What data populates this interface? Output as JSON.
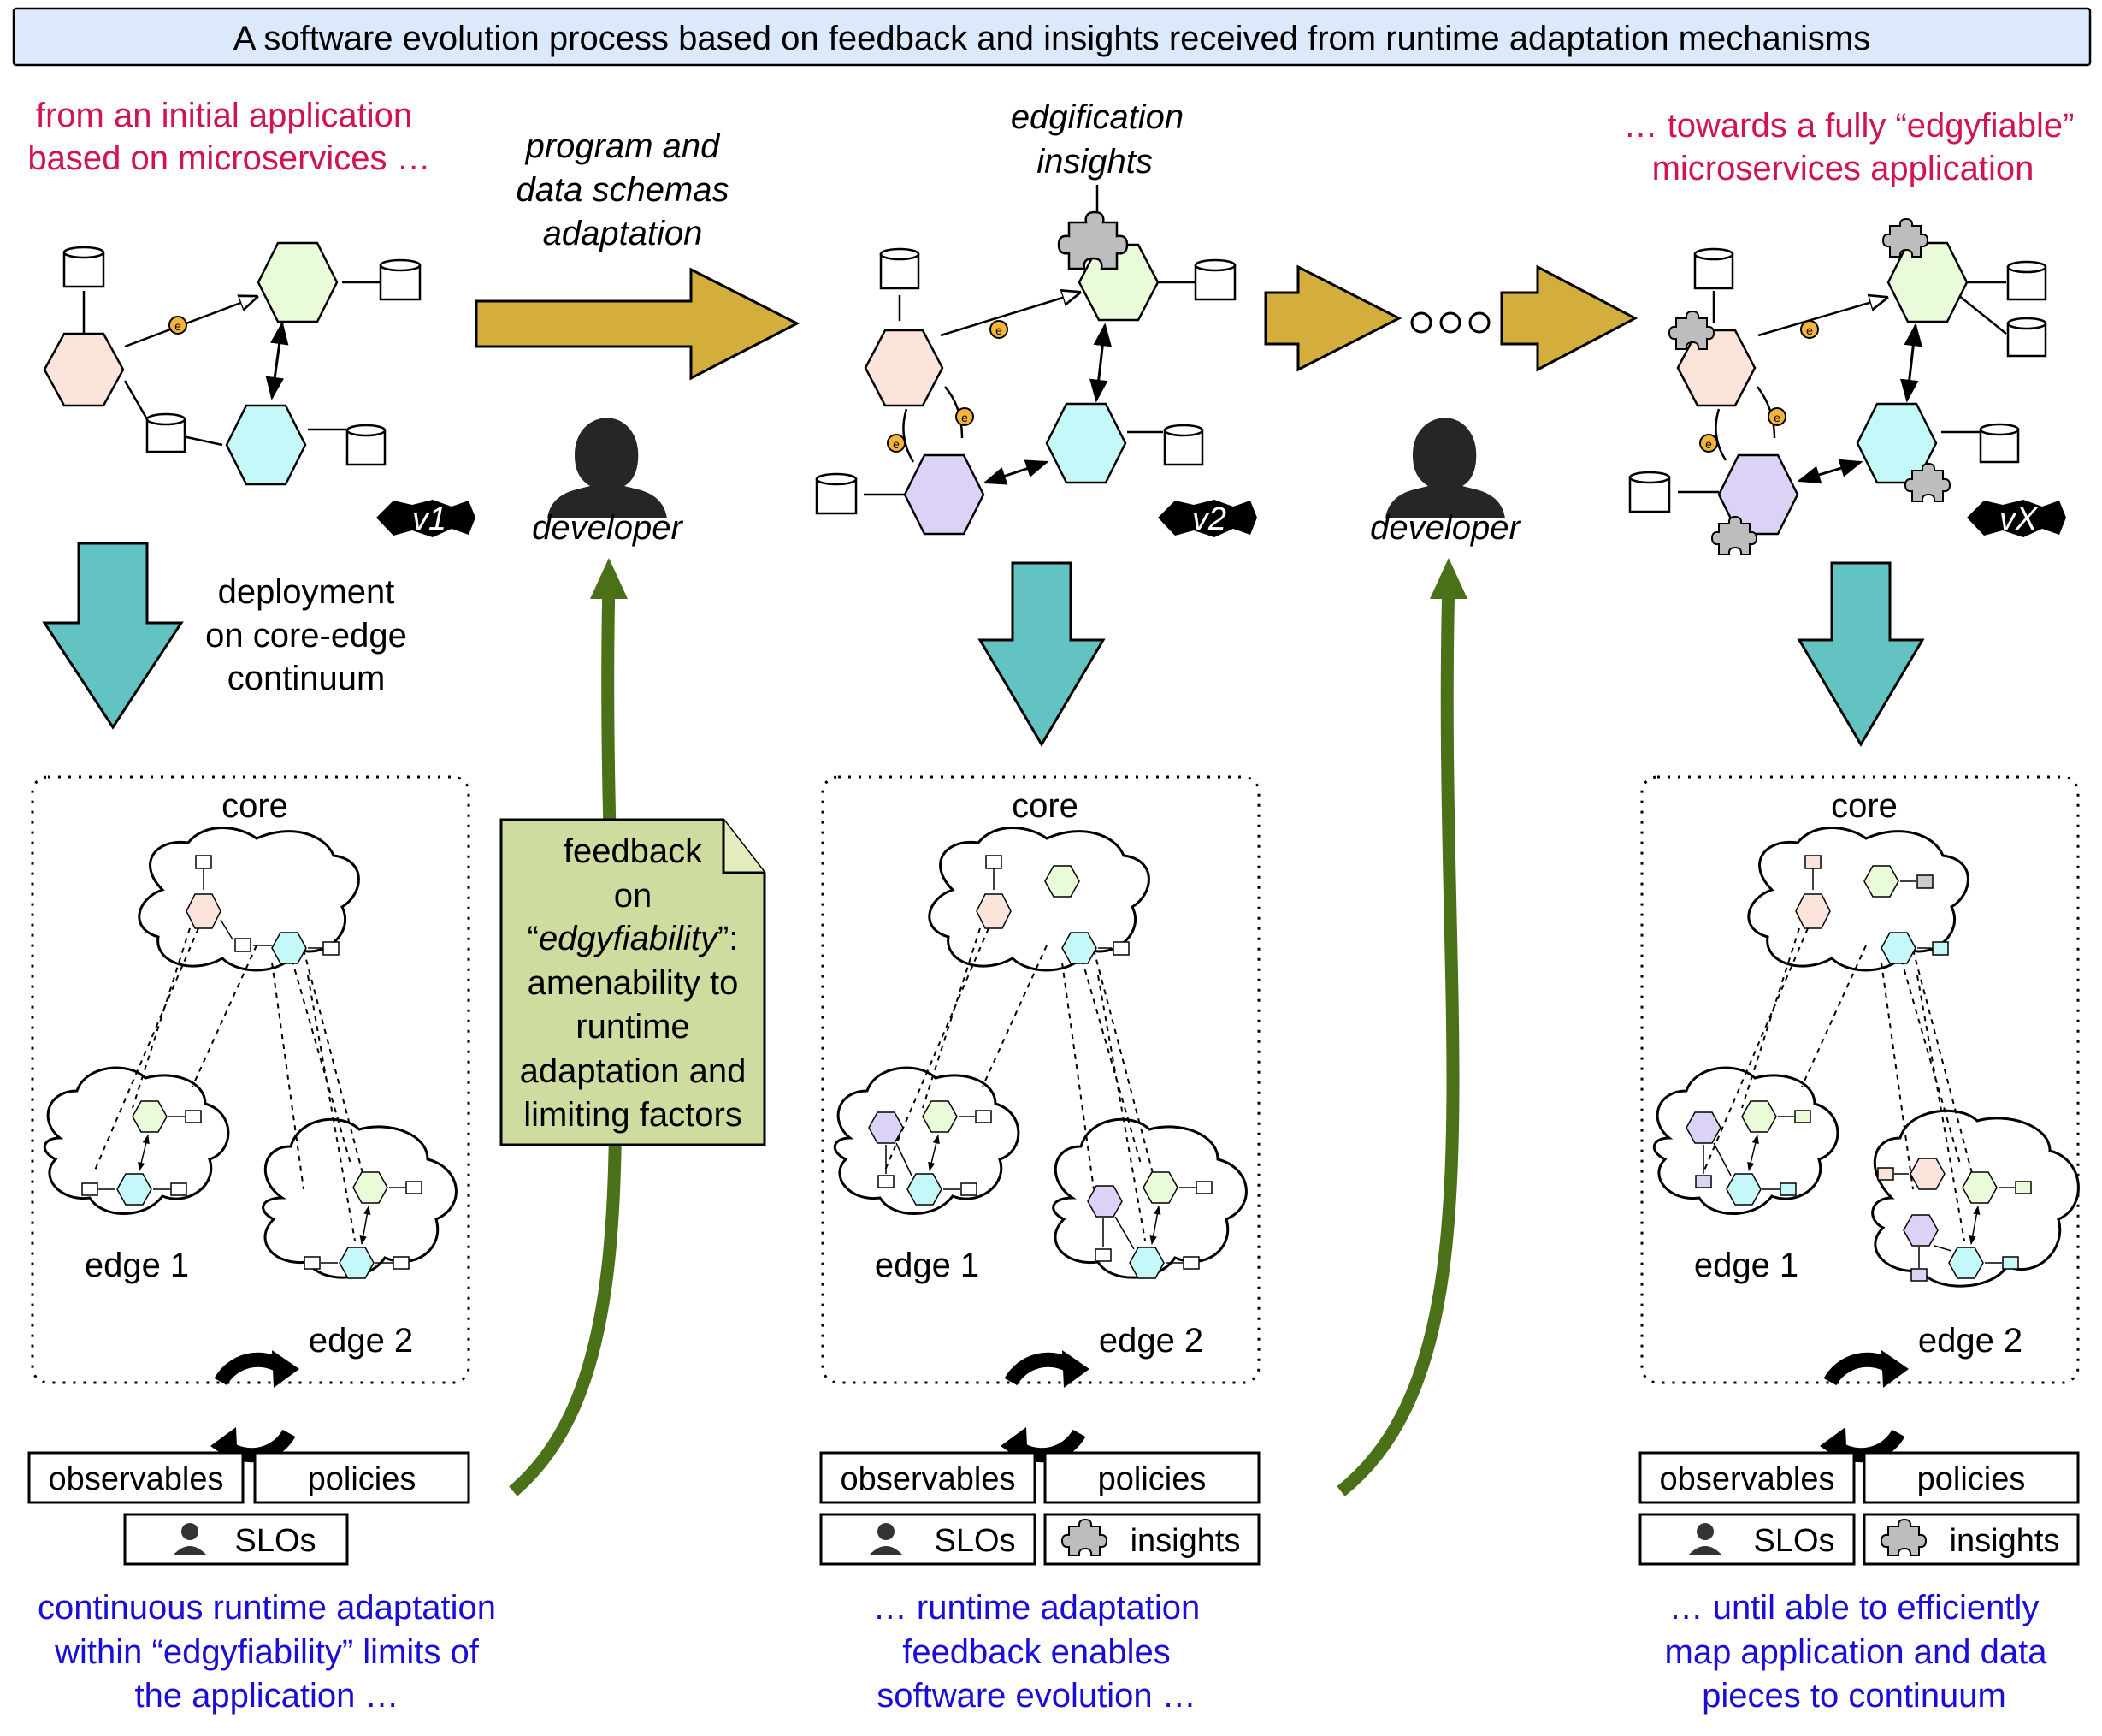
{
  "title": "A software evolution process based on feedback and insights received from runtime adaptation mechanisms",
  "colors": {
    "title_bg": "#dce9fb",
    "red_text": "#d01450",
    "blue_text": "#1a0dd6",
    "gold_arrow": "#d4ae3c",
    "teal_arrow": "#63c3c3",
    "green_arrow": "#4a7018",
    "note_bg": "#cfdc9f",
    "hex_pink": "#fbe5db",
    "hex_green": "#e9fbd9",
    "hex_cyan": "#c4f8f9",
    "hex_purple": "#dcd2f6",
    "token": "#f4b43c"
  },
  "stage1": {
    "top_line1": "from an initial application",
    "top_line2": "based on microservices …",
    "badge": "v1",
    "deploy_line1": "deployment",
    "deploy_line2": "on core-edge",
    "deploy_line3": "continuum",
    "core": "core",
    "edge1": "edge 1",
    "edge2": "edge 2",
    "observables": "observables",
    "policies": "policies",
    "slos": "SLOs",
    "bottom_line1": "continuous runtime adaptation",
    "bottom_line2": "within “edgyfiability” limits of",
    "bottom_line3": "the application …"
  },
  "transition1": {
    "label_line1": "program and",
    "label_line2": "data schemas",
    "label_line3": "adaptation",
    "developer": "developer",
    "note_line1": "feedback",
    "note_line2": "on",
    "note_line3_quote_open": "“",
    "note_line3_word": "edgyfiability",
    "note_line3_quote_close": "”:",
    "note_line4": "amenability to",
    "note_line5": "runtime",
    "note_line6": "adaptation and",
    "note_line7": "limiting factors"
  },
  "stage2": {
    "insight_line1": "edgification",
    "insight_line2": "insights",
    "badge": "v2",
    "core": "core",
    "edge1": "edge 1",
    "edge2": "edge 2",
    "observables": "observables",
    "policies": "policies",
    "slos": "SLOs",
    "insights": "insights",
    "bottom_line1": "… runtime adaptation",
    "bottom_line2": "feedback enables",
    "bottom_line3": "software evolution …"
  },
  "transition2": {
    "developer": "developer"
  },
  "stage3": {
    "top_line1": "… towards a fully “edgyfiable”",
    "top_line2": "microservices application",
    "badge": "vX",
    "core": "core",
    "edge1": "edge 1",
    "edge2": "edge 2",
    "observables": "observables",
    "policies": "policies",
    "slos": "SLOs",
    "insights": "insights",
    "bottom_line1": "… until able to efficiently",
    "bottom_line2": "map application and data",
    "bottom_line3": "pieces to continuum"
  }
}
